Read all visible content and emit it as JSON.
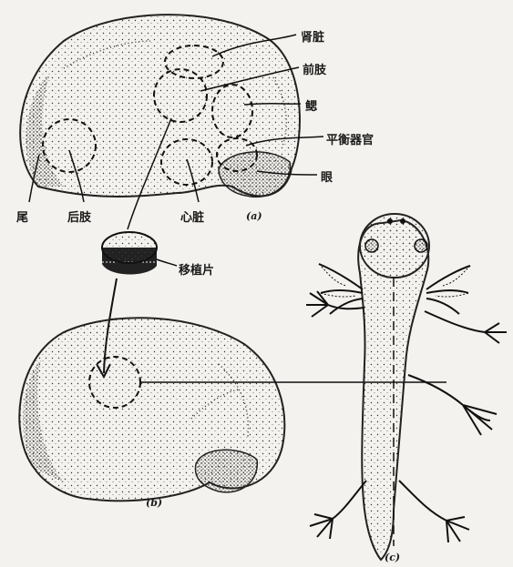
{
  "figure": {
    "labels": {
      "kidney": "肾脏",
      "forelimb": "前肢",
      "gill": "鳃",
      "balancer": "平衡器官",
      "eye": "眼",
      "tail": "尾",
      "hindlimb": "后肢",
      "heart": "心脏",
      "graft": "移植片"
    },
    "panels": {
      "a": "(a)",
      "b": "(b)",
      "c": "(c)"
    }
  }
}
